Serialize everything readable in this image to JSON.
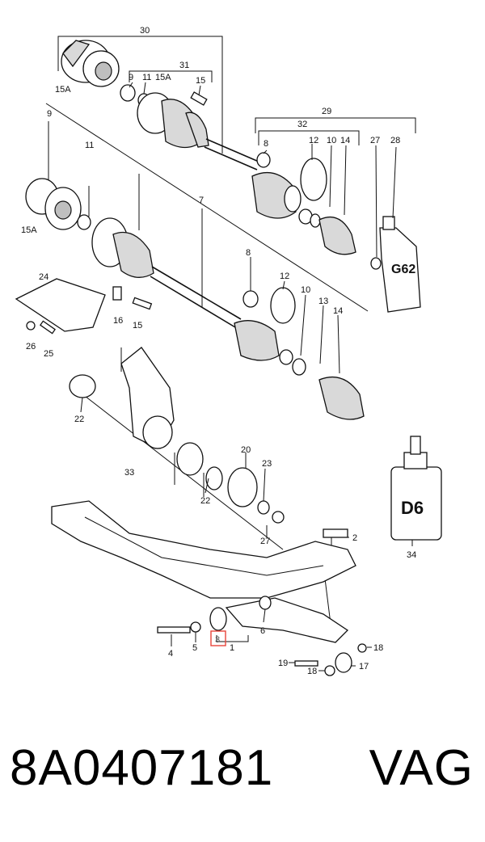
{
  "diagram": {
    "callouts": {
      "c30": "30",
      "c15a_top": "15A",
      "c9_top": "9",
      "c11_top": "11",
      "c15a_mid": "15A",
      "c15_top": "15",
      "c31": "31",
      "c29": "29",
      "c32": "32",
      "c8_top": "8",
      "c12_top": "12",
      "c10_top": "10",
      "c14_top": "14",
      "c27_top": "27",
      "c28": "28",
      "c9_left": "9",
      "c11_left": "11",
      "c7": "7",
      "c15a_left": "15A",
      "c24": "24",
      "c16": "16",
      "c15_left": "15",
      "c26": "26",
      "c25": "25",
      "c8_mid": "8",
      "c12_mid": "12",
      "c10_mid": "10",
      "c13": "13",
      "c14_mid": "14",
      "c22_left": "22",
      "c33": "33",
      "c20": "20",
      "c23": "23",
      "c22_mid": "22",
      "c27_mid": "27",
      "c2": "2",
      "c34": "34",
      "c6": "6",
      "c4": "4",
      "c5": "5",
      "c3": "3",
      "c1": "1",
      "c18_right": "18",
      "c19": "19",
      "c17": "17",
      "c18_bottom": "18"
    },
    "container_labels": {
      "g6": "G62",
      "d6": "D6"
    },
    "highlight_color": "#e8443a"
  },
  "caption": {
    "part_number": "8A0407181",
    "brand": "VAG"
  }
}
